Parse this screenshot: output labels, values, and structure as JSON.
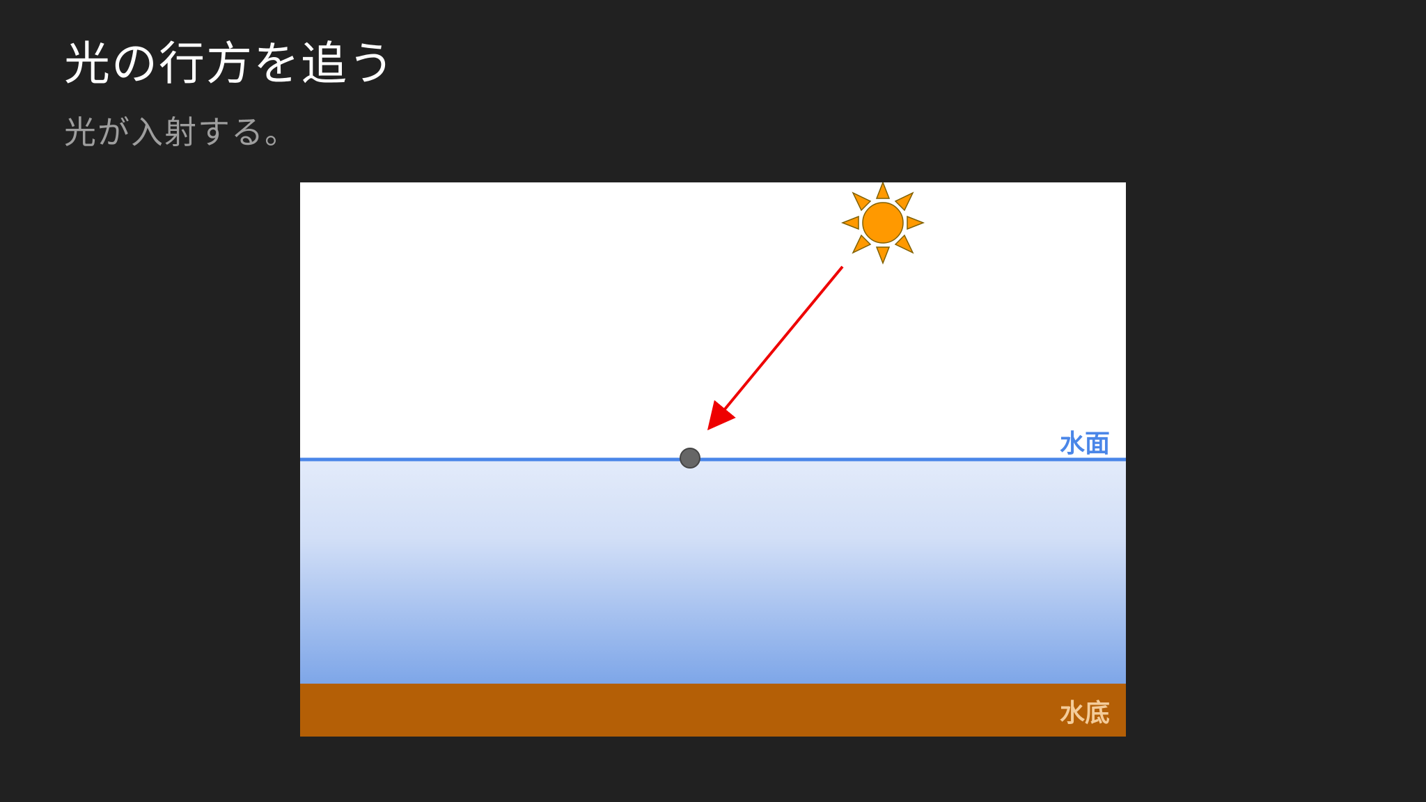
{
  "slide": {
    "title": "光の行方を追う",
    "subtitle": "光が入射する。"
  },
  "diagram": {
    "surface_label": "水面",
    "bottom_label": "水底",
    "icons": {
      "sun": "sun-icon",
      "incident_point": "incidence-point-dot"
    },
    "colors": {
      "background": "#212121",
      "title_text": "#ffffff",
      "subtitle_text": "#9e9e9e",
      "sky": "#ffffff",
      "water_surface_line": "#4a86e8",
      "water_top": "#e3ebfa",
      "water_bottom": "#7ea6e8",
      "seabed": "#b45f06",
      "light_ray": "#ee0000",
      "sun_fill": "#ff9900",
      "incidence_point": "#666666",
      "surface_label": "#4a86e8",
      "bottom_label": "#f4cc9a"
    }
  }
}
